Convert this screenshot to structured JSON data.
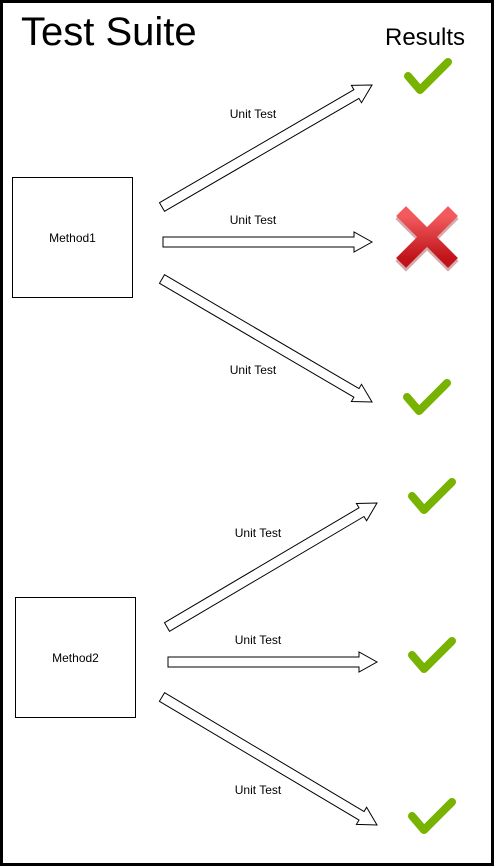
{
  "title": "Test Suite",
  "results_heading": "Results",
  "methods": [
    {
      "name": "Method1",
      "tests": [
        {
          "label": "Unit Test",
          "result": "pass"
        },
        {
          "label": "Unit Test",
          "result": "fail"
        },
        {
          "label": "Unit Test",
          "result": "pass"
        }
      ]
    },
    {
      "name": "Method2",
      "tests": [
        {
          "label": "Unit Test",
          "result": "pass"
        },
        {
          "label": "Unit Test",
          "result": "pass"
        },
        {
          "label": "Unit Test",
          "result": "pass"
        }
      ]
    }
  ],
  "colors": {
    "pass": "#77b300",
    "fail": "#d9252a",
    "stroke": "#000000",
    "frame": "#000000"
  },
  "icons": {
    "pass": "check-icon",
    "fail": "cross-icon"
  }
}
